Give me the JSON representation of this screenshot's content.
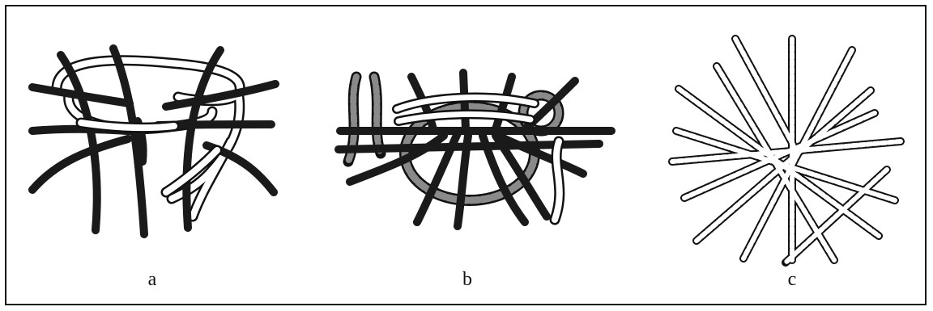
{
  "panels": [
    {
      "id": "a",
      "caption": "a",
      "description_icon": "basket-base-crossed-black-strands-with-white-weaver"
    },
    {
      "id": "b",
      "caption": "b",
      "description_icon": "basket-base-twined-black-strands-with-grey-and-white-weavers"
    },
    {
      "id": "c",
      "caption": "c",
      "description_icon": "basket-base-radiating-white-twisted-strands"
    }
  ],
  "colors": {
    "frame": "#111111",
    "strand_dark": "#1a1a1a",
    "strand_light": "#ffffff",
    "strand_grey": "#8a8a8a",
    "outline": "#111111"
  }
}
